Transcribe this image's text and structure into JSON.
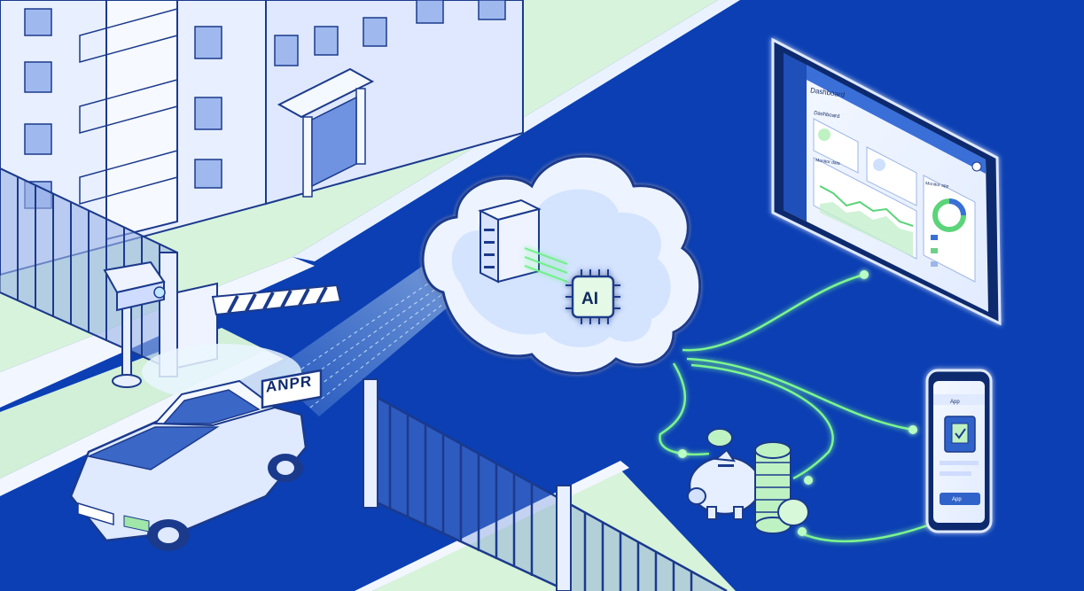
{
  "illustration": {
    "camera_sign": "ANPR",
    "chip_label": "AI",
    "tablet": {
      "header": "Dashboard",
      "section": "Dashboard",
      "card_left": "Monitor data",
      "card_right": "Monitor app"
    },
    "phone": {
      "title": "App",
      "button": "App"
    }
  },
  "colors": {
    "road": "#0b3fb3",
    "grass": "#d6f2d8",
    "building": "#e6eefc",
    "glow": "#5cf07a",
    "cloud": "#eef4ff",
    "accent": "#1f5ed8"
  }
}
